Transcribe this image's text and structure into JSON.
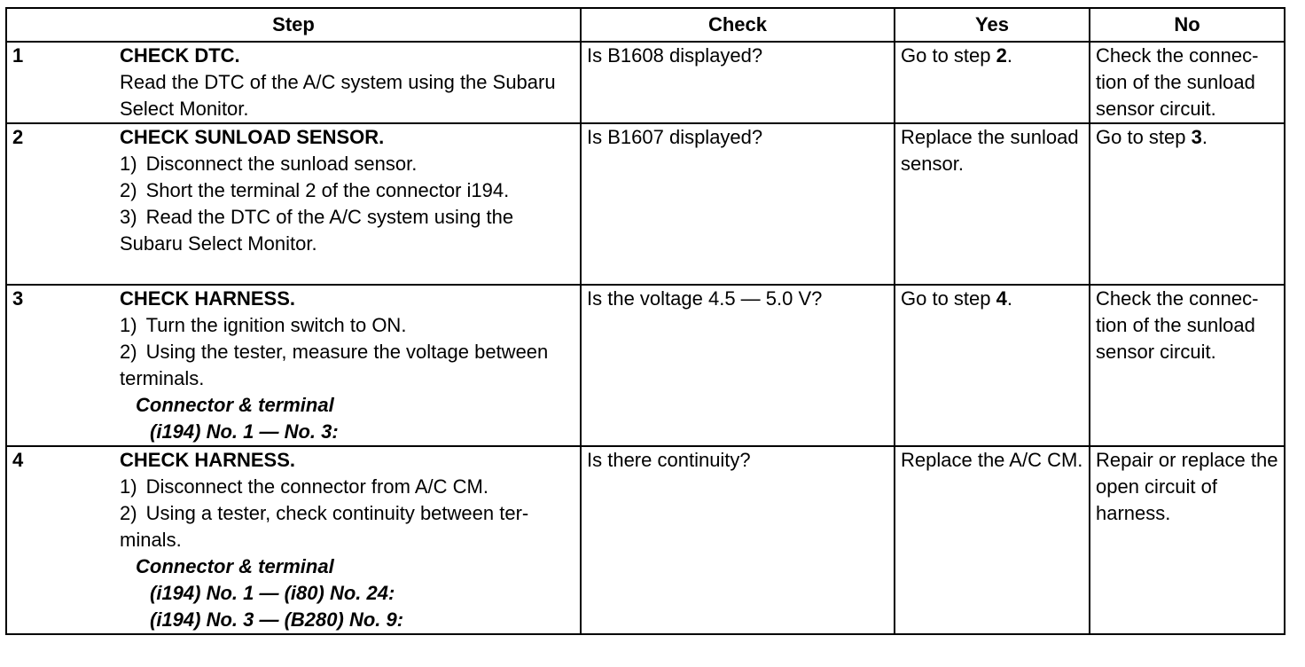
{
  "headers": {
    "step": "Step",
    "check": "Check",
    "yes": "Yes",
    "no": "No"
  },
  "rows": [
    {
      "num": "1",
      "title": "CHECK DTC.",
      "text": "Read the DTC of the A/C system using the Sub­aru Select Monitor.",
      "check": "Is B1608 displayed?",
      "yes_prefix": "Go to step ",
      "yes_step": "2",
      "yes_suffix": ".",
      "no": "Check the connec­tion of the sunload sensor circuit."
    },
    {
      "num": "2",
      "title": "CHECK SUNLOAD SENSOR.",
      "items": [
        {
          "n": "1)",
          "text": "Disconnect the sunload sensor."
        },
        {
          "n": "2)",
          "text": "Short the terminal 2 of the connector i194."
        },
        {
          "n": "3)",
          "text": "Read the DTC of the A/C system using the Subaru Select Monitor."
        }
      ],
      "check": "Is B1607 displayed?",
      "yes": "Replace the sun­load sensor.",
      "no_prefix": "Go to step ",
      "no_step": "3",
      "no_suffix": "."
    },
    {
      "num": "3",
      "title": "CHECK HARNESS.",
      "items": [
        {
          "n": "1)",
          "text": "Turn the ignition switch to ON."
        },
        {
          "n": "2)",
          "text": "Using the tester, measure the voltage between terminals."
        }
      ],
      "spec_title": "Connector & terminal",
      "spec_lines": [
        "(i194) No. 1 — No. 3:"
      ],
      "check": "Is the voltage 4.5 — 5.0 V?",
      "yes_prefix": "Go to step ",
      "yes_step": "4",
      "yes_suffix": ".",
      "no": "Check the connec­tion of the sunload sensor circuit."
    },
    {
      "num": "4",
      "title": "CHECK HARNESS.",
      "items": [
        {
          "n": "1)",
          "text": "Disconnect the connector from A/C CM."
        },
        {
          "n": "2)",
          "text": "Using a tester, check continuity between ter­minals."
        }
      ],
      "spec_title": "Connector & terminal",
      "spec_lines": [
        "(i194) No. 1 — (i80) No. 24:",
        "(i194) No. 3 — (B280) No. 9:"
      ],
      "check": "Is there continuity?",
      "yes": "Replace the A/C CM.",
      "no": "Repair or replace the open circuit of harness."
    }
  ]
}
